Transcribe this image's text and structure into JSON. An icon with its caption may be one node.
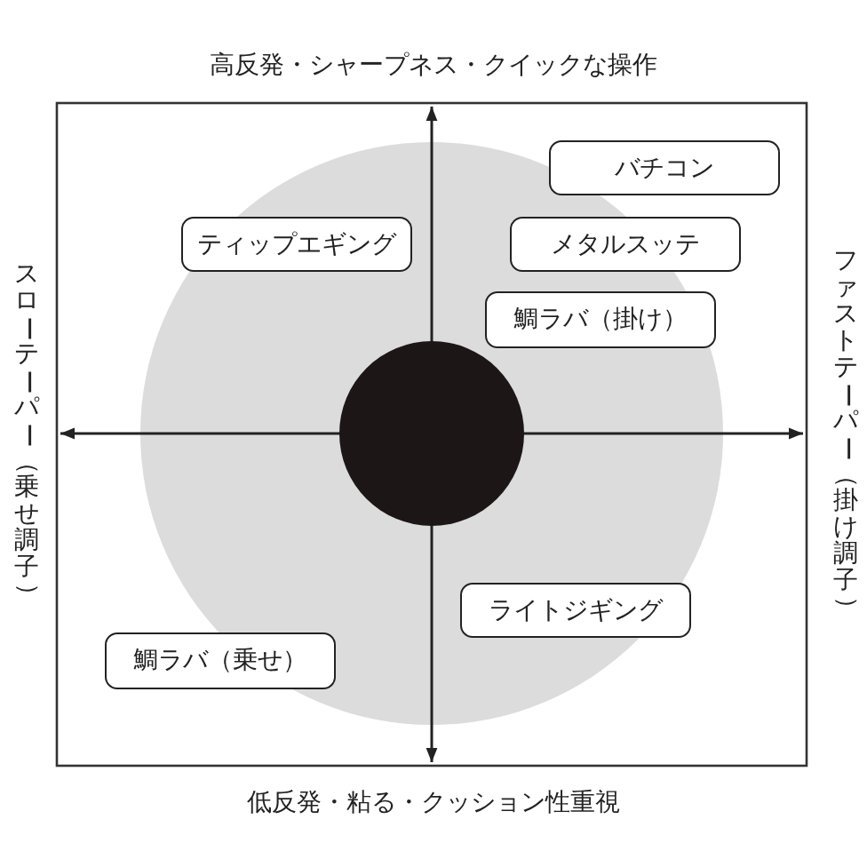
{
  "diagram": {
    "nodes": [
      {
        "text": [
          "バチコン"
        ]
      },
      {
        "text": [
          "ティップエギング"
        ]
      },
      {
        "text": [
          "メタルスッテ"
        ]
      },
      {
        "text": [
          "鯛ラバ（掛け）"
        ]
      },
      {
        "text": [],
        "shape": "circle"
      },
      {
        "text": [
          "ライトジギング"
        ]
      },
      {
        "text": [
          "鯛ラバ（乗せ）"
        ]
      }
    ],
    "labels": [
      "高反発・シャープネス・クイックな操作",
      "スローテーパー（乗せ調子）",
      "ファストテーパー（掛け調子）",
      "低反発・粘る・クッション性重視"
    ]
  }
}
